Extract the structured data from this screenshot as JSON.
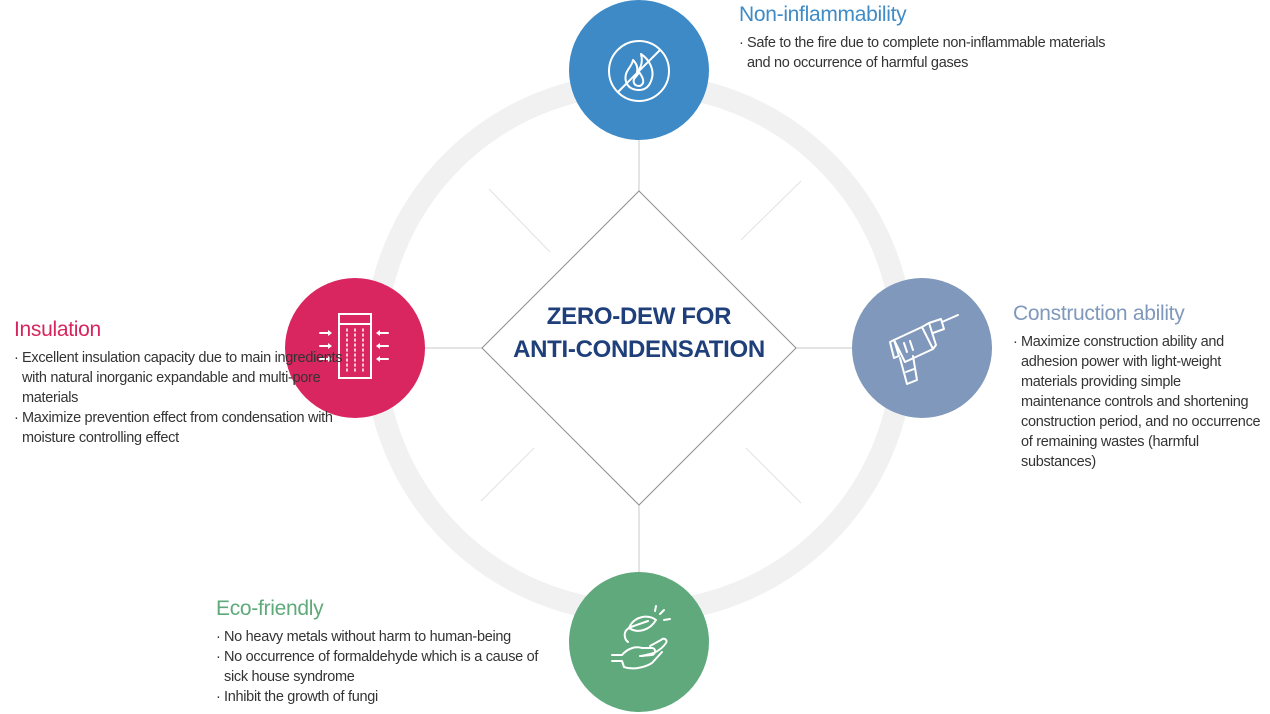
{
  "center": {
    "line1": "ZERO-DEW FOR",
    "line2": "ANTI-CONDENSATION"
  },
  "features": {
    "top": {
      "title": "Non-inflammability",
      "icon": "no-fire-icon",
      "color": "#3d8ac6",
      "bullets": [
        "Safe to the fire due to complete non-inflammable materials and no occurrence of harmful gases"
      ]
    },
    "right": {
      "title": "Construction ability",
      "icon": "drill-icon",
      "color": "#7f98bb",
      "bullets": [
        "Maximize construction ability and adhesion power with light-weight materials providing simple maintenance controls and shortening construction period, and no occurrence of remaining wastes (harmful substances)"
      ]
    },
    "left": {
      "title": "Insulation",
      "icon": "insulated-building-icon",
      "color": "#d92660",
      "bullets": [
        "Excellent insulation capacity due to main ingredients with natural inorganic expandable and multi-pore materials",
        "Maximize prevention effect from condensation with moisture controlling effect"
      ]
    },
    "bottom": {
      "title": "Eco-friendly",
      "icon": "hand-leaf-icon",
      "color": "#5fa97d",
      "bullets": [
        "No heavy metals without harm to human-being",
        "No occurrence of formaldehyde which is a cause of sick house syndrome",
        "Inhibit the growth of fungi"
      ]
    }
  }
}
